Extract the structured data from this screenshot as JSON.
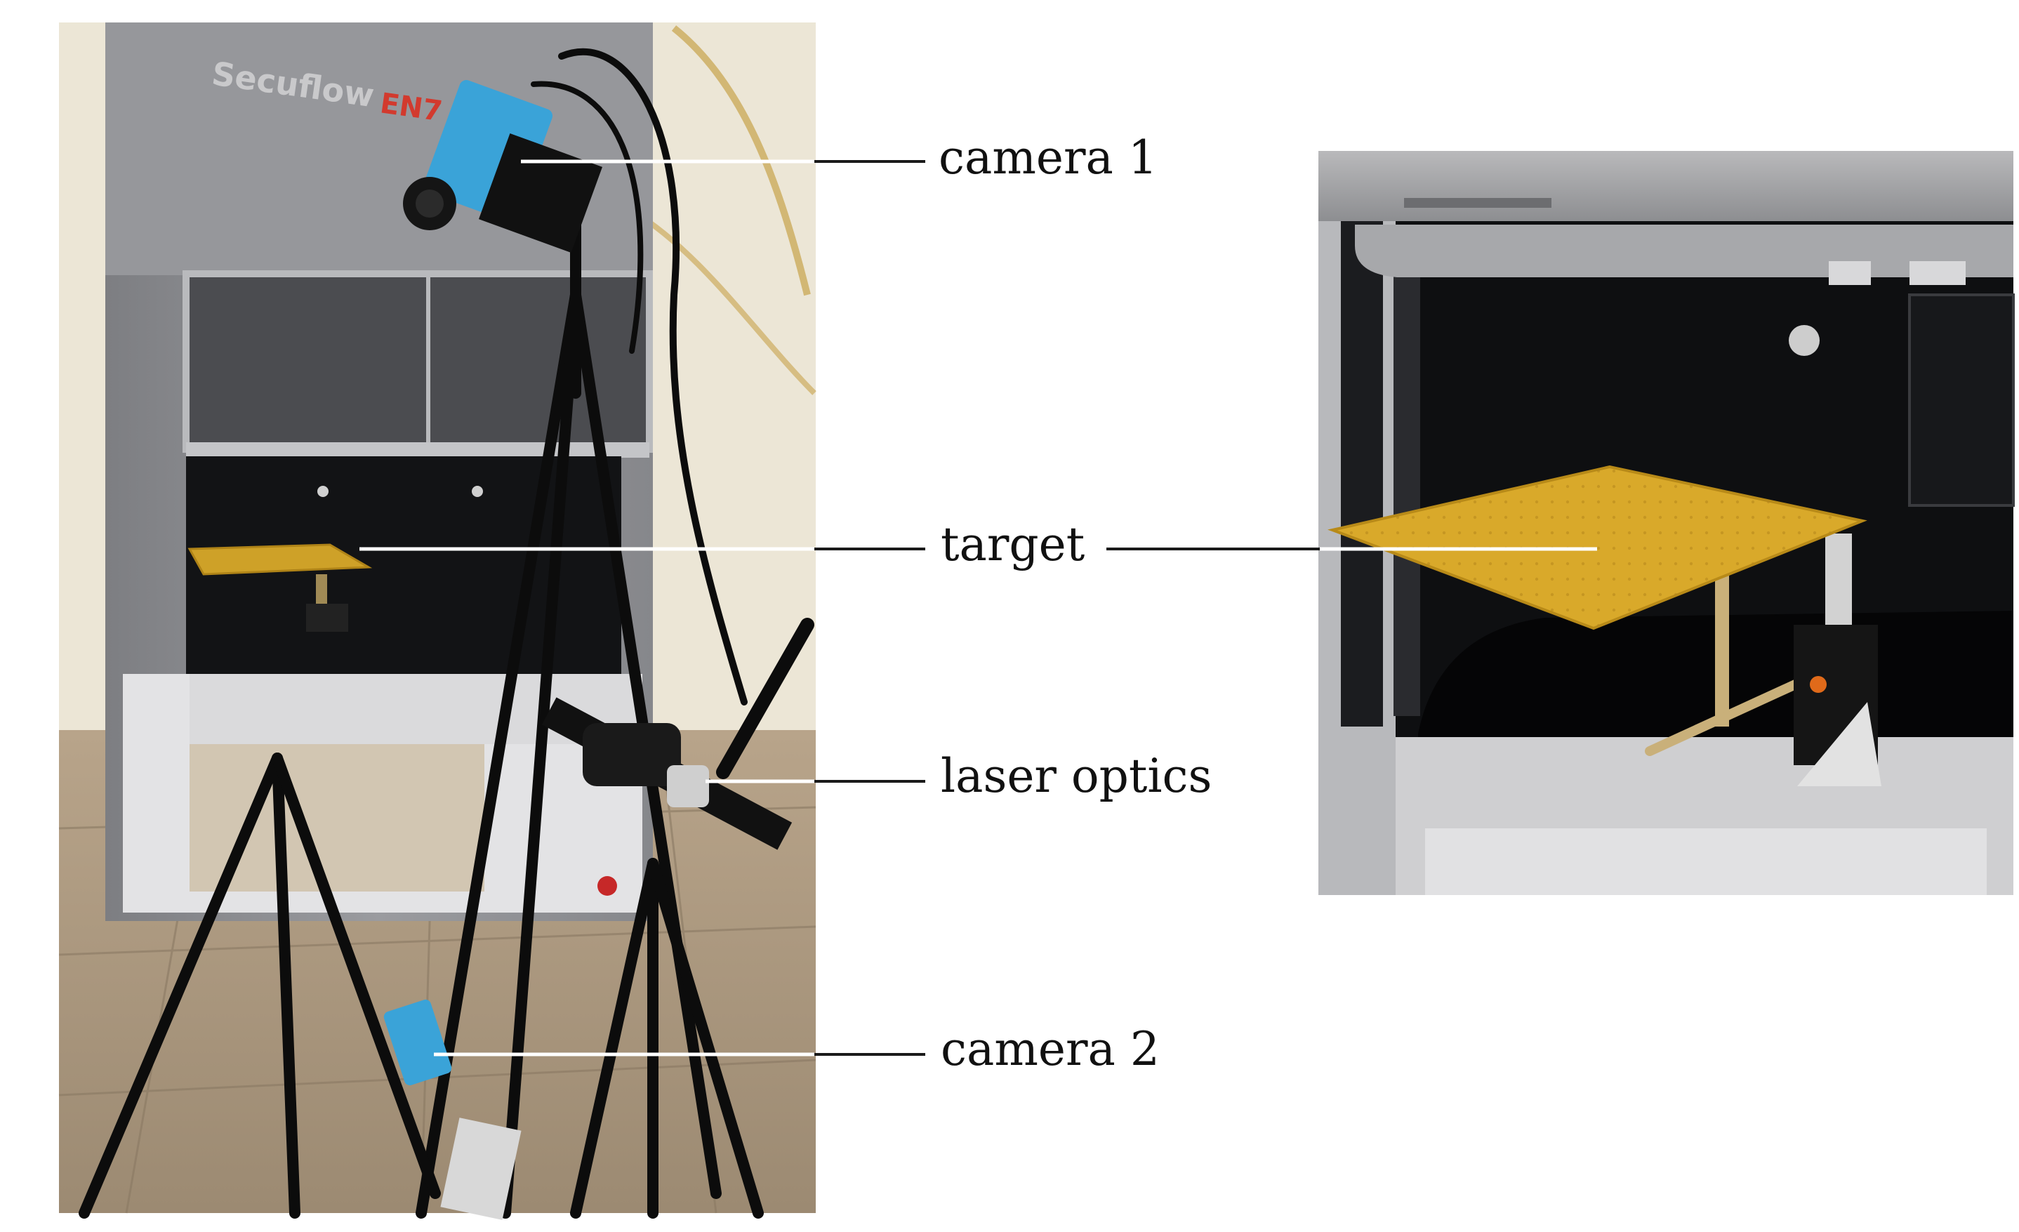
{
  "photo_left": {
    "cabinet_brand_text": "Secuflow",
    "cabinet_model_text": "EN7"
  },
  "labels": {
    "camera1": "camera 1",
    "target": "target",
    "laser_optics": "laser optics",
    "camera2": "camera 2"
  },
  "colors": {
    "target_plate": "#d9a92a",
    "camera_body": "#3aa3d8",
    "cabinet": "#8f9094",
    "fume_hood_interior": "#0e0f11",
    "leader_line_dark": "#1a1a1a",
    "leader_line_light": "#ffffff"
  }
}
